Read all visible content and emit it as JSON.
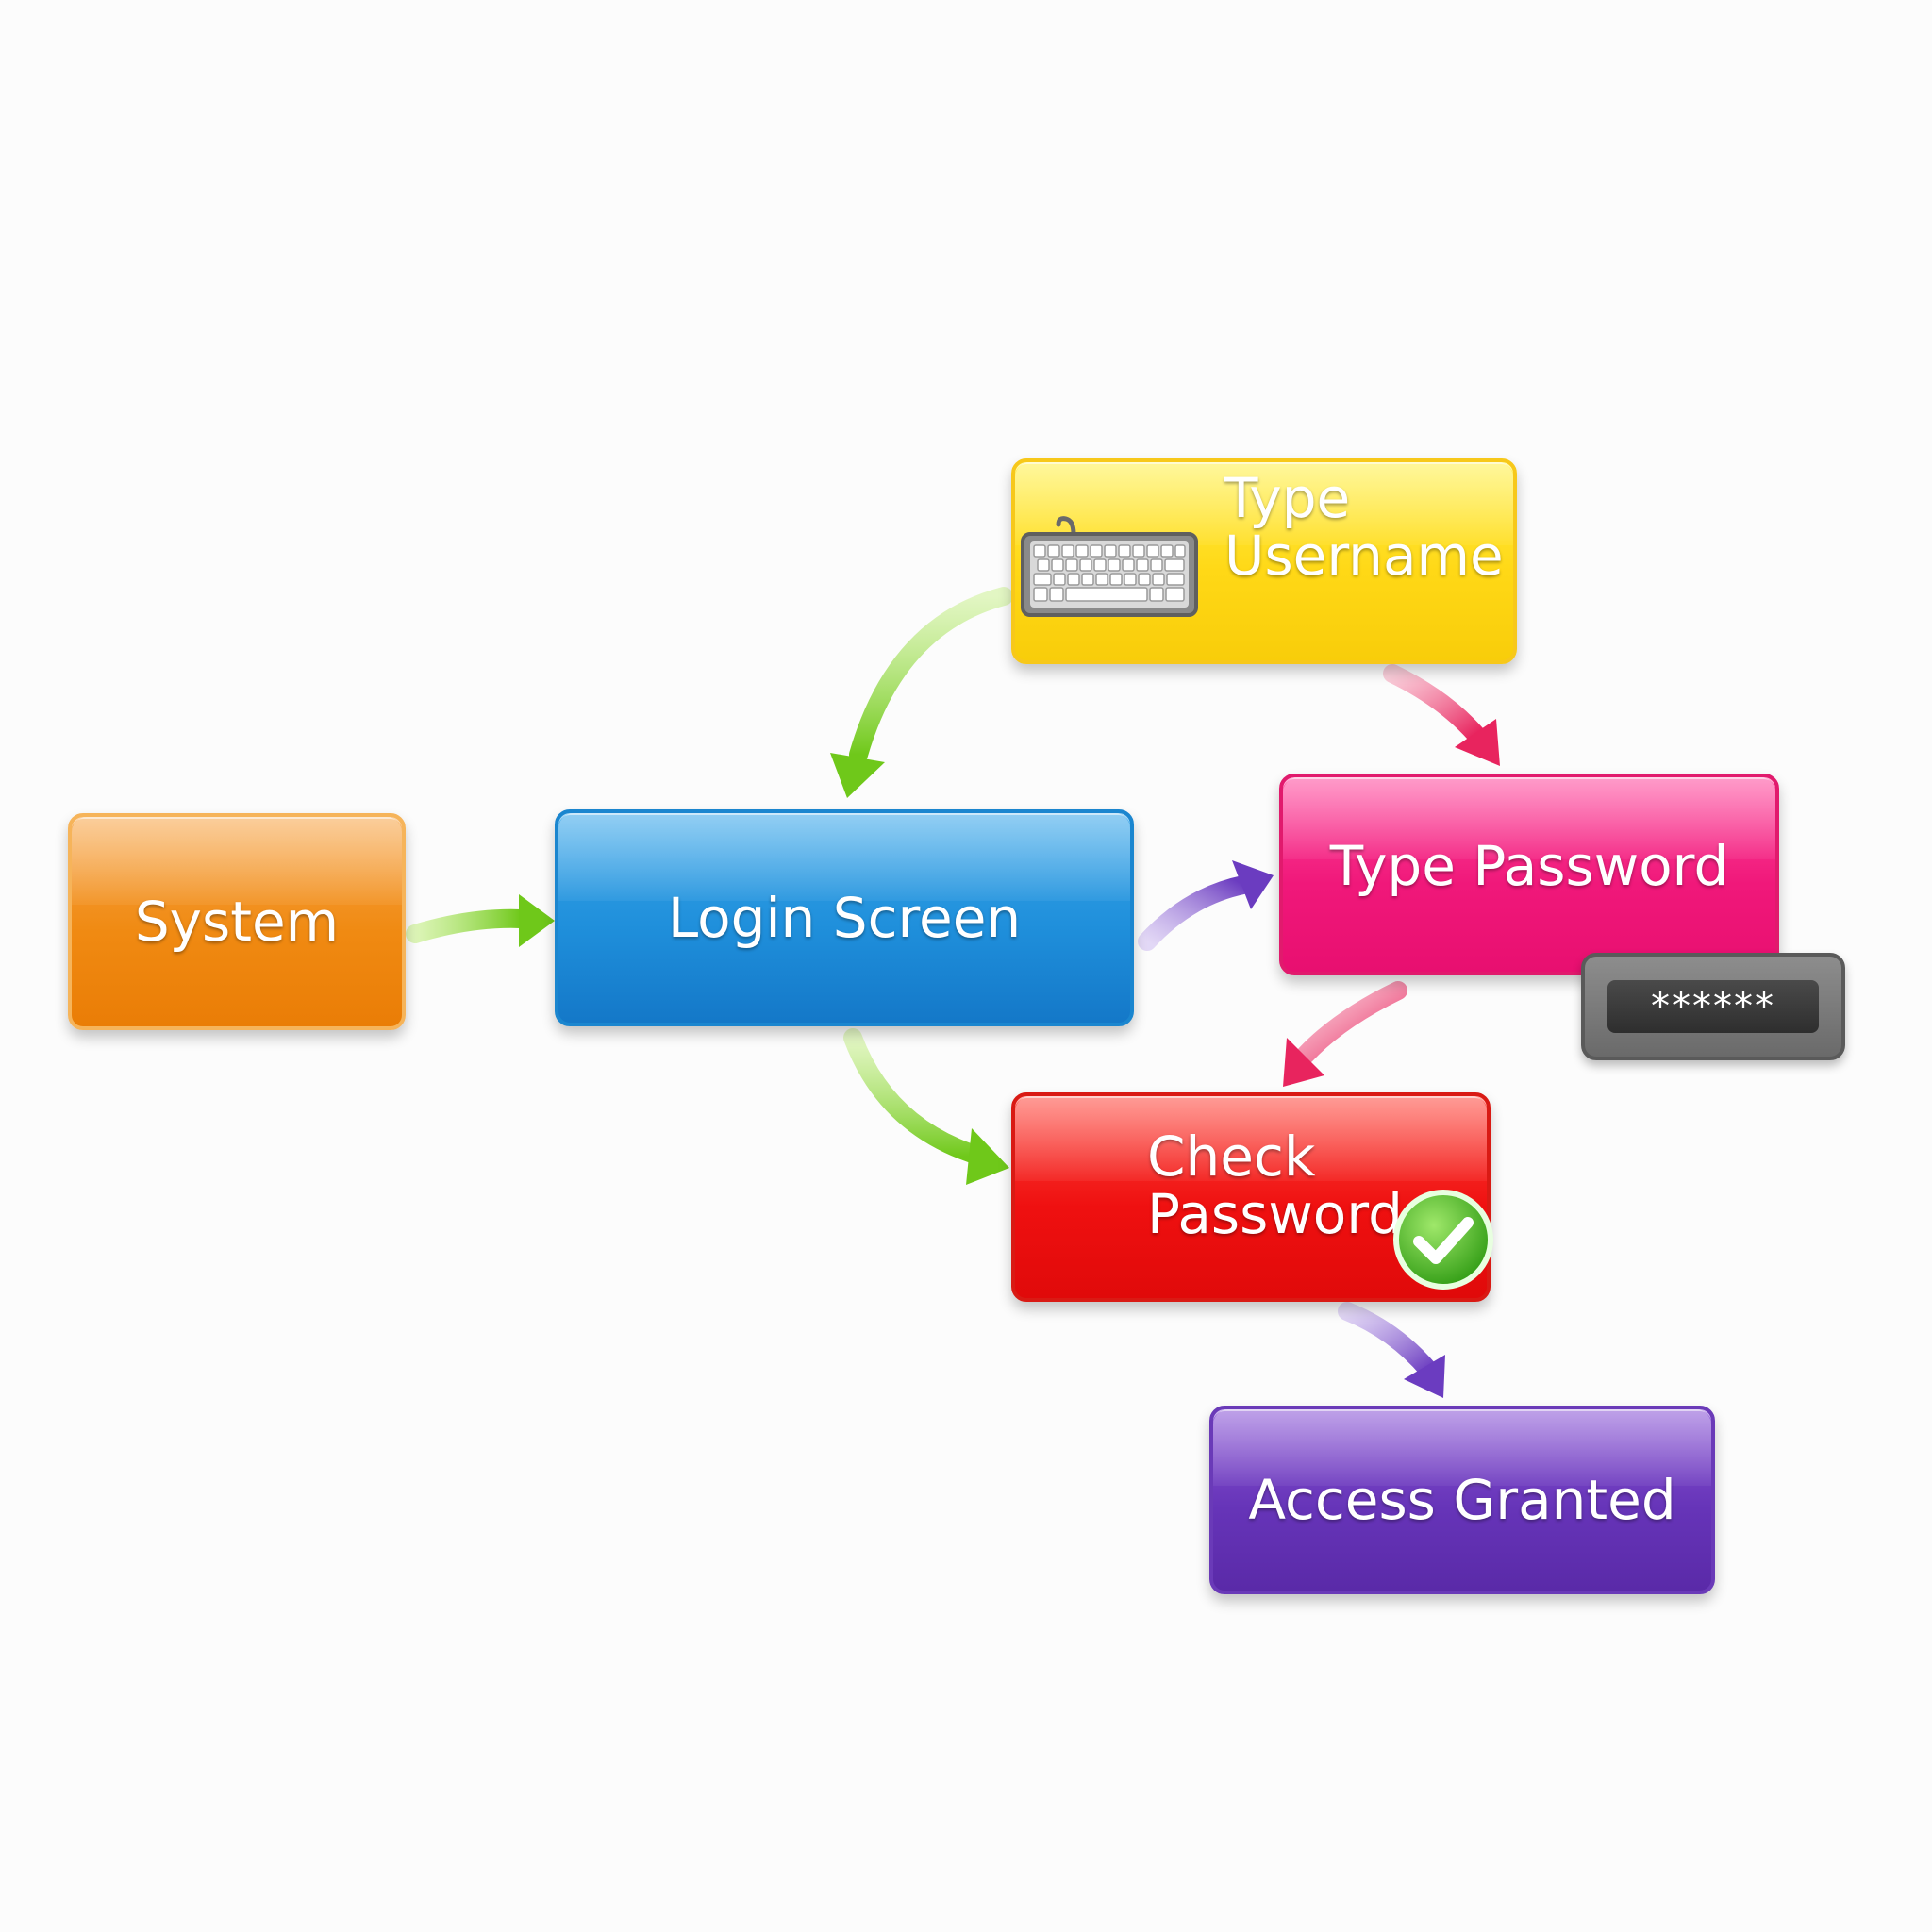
{
  "nodes": {
    "system": "System",
    "login": "Login Screen",
    "username": [
      "Type",
      "Username"
    ],
    "password": "Type Password",
    "check": [
      "Check",
      "Password"
    ],
    "access": "Access Granted"
  },
  "password_field": {
    "masked_value": "******"
  },
  "icons": [
    "keyboard-icon",
    "password-field-icon",
    "checkmark-icon"
  ],
  "colors": {
    "system": "#f08a12",
    "login": "#1f8fdb",
    "username": "#ffd816",
    "password": "#f0187a",
    "check": "#ef1010",
    "access": "#6634b8",
    "arrow_green": "#7ed321",
    "arrow_pink": "#e8245e",
    "arrow_purple": "#6b3cc0"
  },
  "edges": [
    {
      "from": "System",
      "to": "Login Screen",
      "color": "green"
    },
    {
      "from": "Type Username",
      "to": "Login Screen",
      "color": "green"
    },
    {
      "from": "Type Username",
      "to": "Type Password",
      "color": "pink"
    },
    {
      "from": "Login Screen",
      "to": "Type Password",
      "color": "purple"
    },
    {
      "from": "Login Screen",
      "to": "Check Password",
      "color": "green"
    },
    {
      "from": "Type Password",
      "to": "Check Password",
      "color": "pink"
    },
    {
      "from": "Check Password",
      "to": "Access Granted",
      "color": "purple"
    }
  ]
}
